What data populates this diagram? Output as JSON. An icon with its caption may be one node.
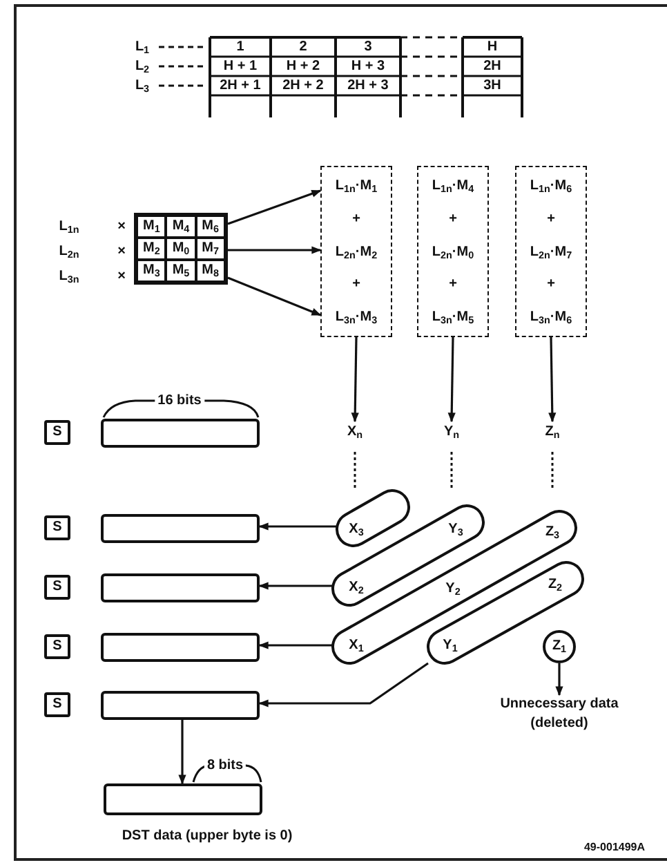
{
  "diagram": {
    "nodes": [
      {
        "text": [
          "M$_{1}$",
          "M$_{4}$",
          "M$_{6}$",
          "M$_{2}$",
          "M$_{0}$",
          "M$_{7}$",
          "M$_{3}$",
          "M$_{5}$",
          "M$_{8}$"
        ]
      },
      {
        "text": [
          "L$_{1n}$·M$_{1}$",
          "+",
          "L$_{2n}$·M$_{2}$",
          "+",
          "L$_{3n}$·M$_{3}$"
        ]
      },
      {
        "text": [
          "L$_{1n}$·M$_{4}$",
          "+",
          "L$_{2n}$·M$_{0}$",
          "+",
          "L$_{3n}$·M$_{5}$"
        ]
      },
      {
        "text": [
          "L$_{1n}$·M$_{6}$",
          "+",
          "L$_{2n}$·M$_{7}$",
          "+",
          "L$_{3n}$·M$_{6}$"
        ]
      },
      {
        "text": [
          "X$_{n}$"
        ]
      },
      {
        "text": [
          "Y$_{n}$"
        ]
      },
      {
        "text": [
          "Z$_{n}$"
        ]
      },
      {
        "text": [
          "S"
        ]
      },
      {
        "text": [],
        "shape": "box"
      },
      {
        "text": [
          "S"
        ]
      },
      {
        "text": [],
        "shape": "box"
      },
      {
        "text": [
          "S"
        ]
      },
      {
        "text": [],
        "shape": "box"
      },
      {
        "text": [
          "S"
        ]
      },
      {
        "text": [],
        "shape": "box"
      },
      {
        "text": [
          "S"
        ]
      },
      {
        "text": [],
        "shape": "box"
      },
      {
        "text": [
          "X$_{3}$"
        ]
      },
      {
        "text": [
          "X$_{2}$",
          "Y$_{3}$"
        ]
      },
      {
        "text": [
          "X$_{1}$",
          "Y$_{2}$",
          "Z$_{3}$"
        ]
      },
      {
        "text": [
          "Y$_{1}$",
          "Z$_{2}$"
        ]
      },
      {
        "text": [
          "Z$_{1}$"
        ]
      },
      {
        "text": [
          "Unnecessary data (deleted)"
        ]
      },
      {
        "text": [],
        "shape": "box",
        "beside": [
          "DST data (upper byte is 0)"
        ]
      }
    ],
    "edges": [
      {
        "from": 0,
        "to": 1,
        "arrow": "to"
      },
      {
        "from": 0,
        "to": 1,
        "arrow": "to"
      },
      {
        "from": 0,
        "to": 1,
        "arrow": "to"
      },
      {
        "from": 1,
        "to": 4,
        "arrow": "to"
      },
      {
        "from": 2,
        "to": 5,
        "arrow": "to"
      },
      {
        "from": 3,
        "to": 6,
        "arrow": "to"
      },
      {
        "from": 17,
        "to": 10,
        "arrow": "to"
      },
      {
        "from": 18,
        "to": 12,
        "arrow": "to"
      },
      {
        "from": 19,
        "to": 14,
        "arrow": "to"
      },
      {
        "from": 20,
        "to": 16,
        "arrow": "to"
      },
      {
        "from": 21,
        "to": 22,
        "arrow": "to"
      },
      {
        "from": 16,
        "to": 23,
        "arrow": "to"
      }
    ],
    "labels": [
      "L$_{1}$",
      "L$_{2}$",
      "L$_{3}$",
      "1",
      "2",
      "3",
      "H",
      "H + 1",
      "H + 2",
      "H + 3",
      "2H",
      "2H + 1",
      "2H + 2",
      "2H + 3",
      "3H",
      "L$_{1n}$",
      "×",
      "L$_{2n}$",
      "×",
      "L$_{3n}$",
      "×",
      "16 bits",
      "8 bits",
      "49-001499A"
    ]
  }
}
